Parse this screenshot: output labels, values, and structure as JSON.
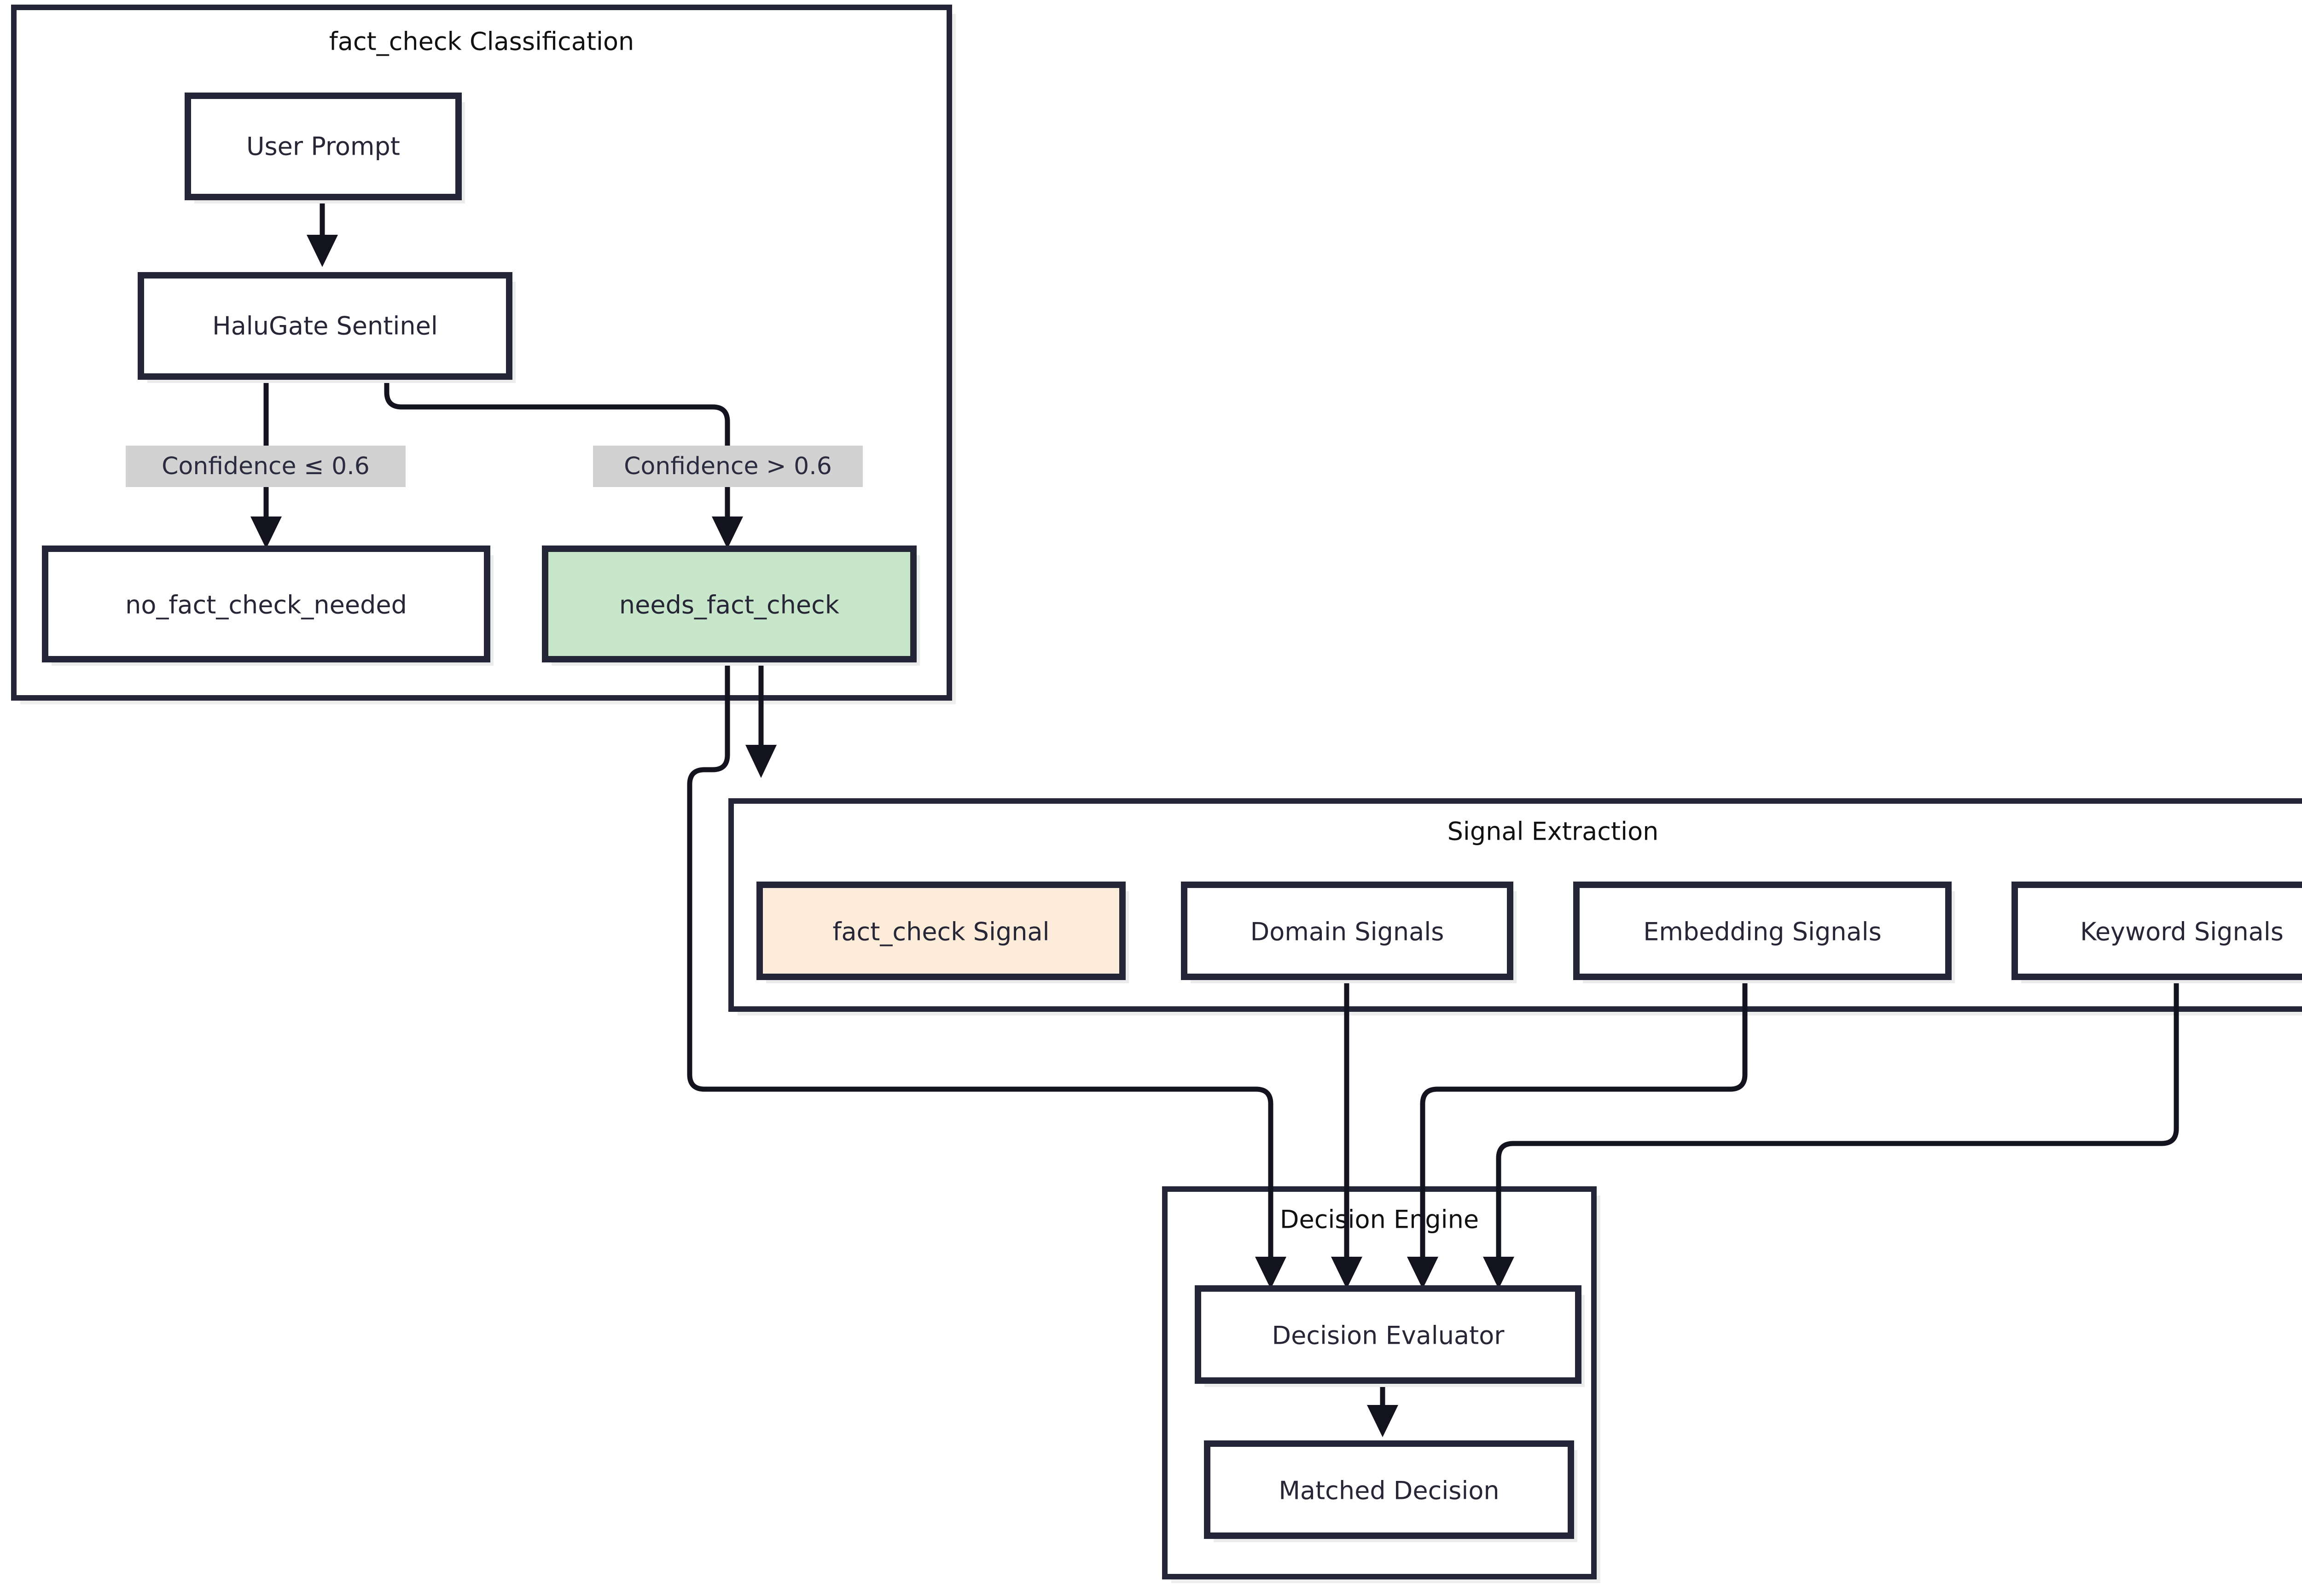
{
  "diagram": {
    "background_color": "#ffffff",
    "node_border_color": "#252538",
    "node_text_color": "#262636",
    "edge_color": "#131320",
    "shadow_color": "#ececec",
    "edge_label_bg_color": "#d2d2d2",
    "accent_green": "#c8e6c9",
    "accent_peach": "#fdecd9"
  },
  "clusters": [
    {
      "id": "classification",
      "title": "fact_check Classification"
    },
    {
      "id": "signal_extraction",
      "title": "Signal Extraction"
    },
    {
      "id": "decision_engine",
      "title": "Decision Engine"
    }
  ],
  "nodes": {
    "user_prompt": {
      "label": "User Prompt",
      "style": "plain"
    },
    "halugate_sentinel": {
      "label": "HaluGate Sentinel",
      "style": "plain"
    },
    "no_fact_check_needed": {
      "label": "no_fact_check_needed",
      "style": "plain"
    },
    "needs_fact_check": {
      "label": "needs_fact_check",
      "style": "green"
    },
    "fact_check_signal": {
      "label": "fact_check Signal",
      "style": "peach"
    },
    "domain_signals": {
      "label": "Domain Signals",
      "style": "plain"
    },
    "embedding_signals": {
      "label": "Embedding Signals",
      "style": "plain"
    },
    "keyword_signals": {
      "label": "Keyword Signals",
      "style": "plain"
    },
    "decision_evaluator": {
      "label": "Decision Evaluator",
      "style": "plain"
    },
    "matched_decision": {
      "label": "Matched Decision",
      "style": "plain"
    }
  },
  "edge_labels": {
    "low_confidence": "Confidence ≤ 0.6",
    "high_confidence": "Confidence > 0.6"
  },
  "edges": [
    {
      "id": "e1",
      "from": "user_prompt",
      "to": "halugate_sentinel",
      "label": ""
    },
    {
      "id": "e2",
      "from": "halugate_sentinel",
      "to": "no_fact_check_needed",
      "label": "Confidence ≤ 0.6"
    },
    {
      "id": "e3",
      "from": "halugate_sentinel",
      "to": "needs_fact_check",
      "label": "Confidence > 0.6"
    },
    {
      "id": "e4",
      "from": "needs_fact_check",
      "to": "fact_check_signal",
      "label": ""
    },
    {
      "id": "e5",
      "from": "needs_fact_check",
      "to": "decision_evaluator",
      "label": ""
    },
    {
      "id": "e6",
      "from": "domain_signals",
      "to": "decision_evaluator",
      "label": ""
    },
    {
      "id": "e7",
      "from": "embedding_signals",
      "to": "decision_evaluator",
      "label": ""
    },
    {
      "id": "e8",
      "from": "keyword_signals",
      "to": "decision_evaluator",
      "label": ""
    },
    {
      "id": "e9",
      "from": "decision_evaluator",
      "to": "matched_decision",
      "label": ""
    }
  ]
}
